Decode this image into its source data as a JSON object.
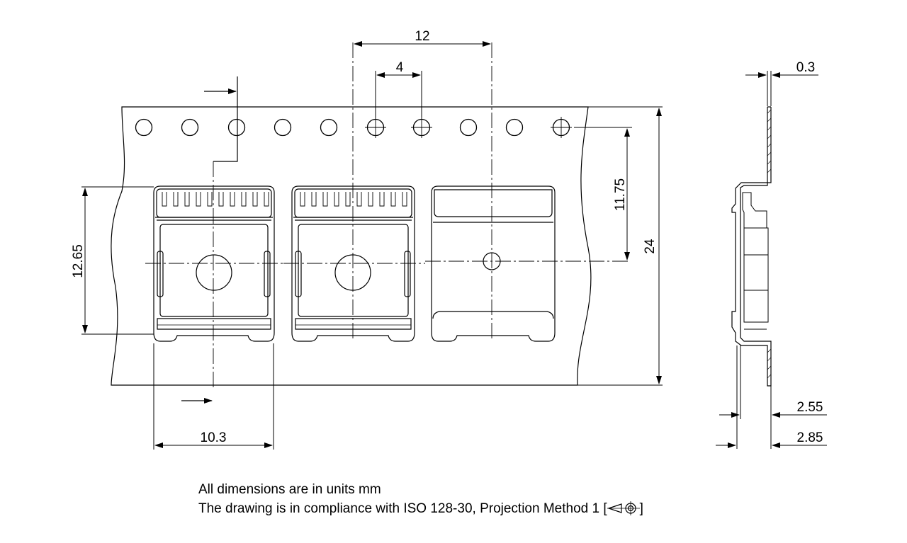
{
  "dimensions": {
    "pitch": "12",
    "hole_pitch": "4",
    "thickness": "0.3",
    "hole_to_cavity": "11.75",
    "tape_width": "24",
    "cavity_length": "12.65",
    "cavity_width": "10.3",
    "cavity_depth_inner": "2.55",
    "cavity_depth_outer": "2.85"
  },
  "notes": {
    "line1": "All dimensions are in units mm",
    "line2_prefix": "The drawing is in compliance with ISO 128-30, Projection Method 1 [",
    "line2_suffix": "]"
  },
  "colors": {
    "line": "#000000",
    "background": "#ffffff"
  }
}
